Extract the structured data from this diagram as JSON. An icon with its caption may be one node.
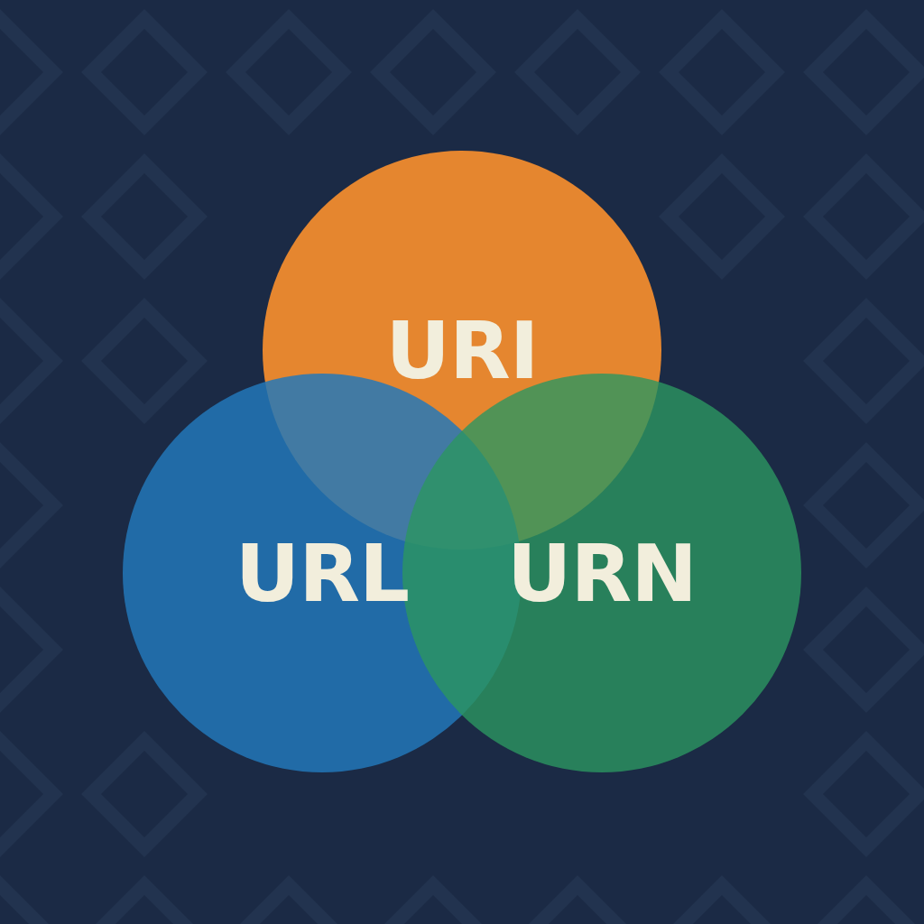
{
  "diagram": {
    "nodes": [
      {
        "text": [
          "URI"
        ]
      },
      {
        "text": [
          "URL"
        ]
      },
      {
        "text": [
          "URN"
        ]
      }
    ]
  }
}
